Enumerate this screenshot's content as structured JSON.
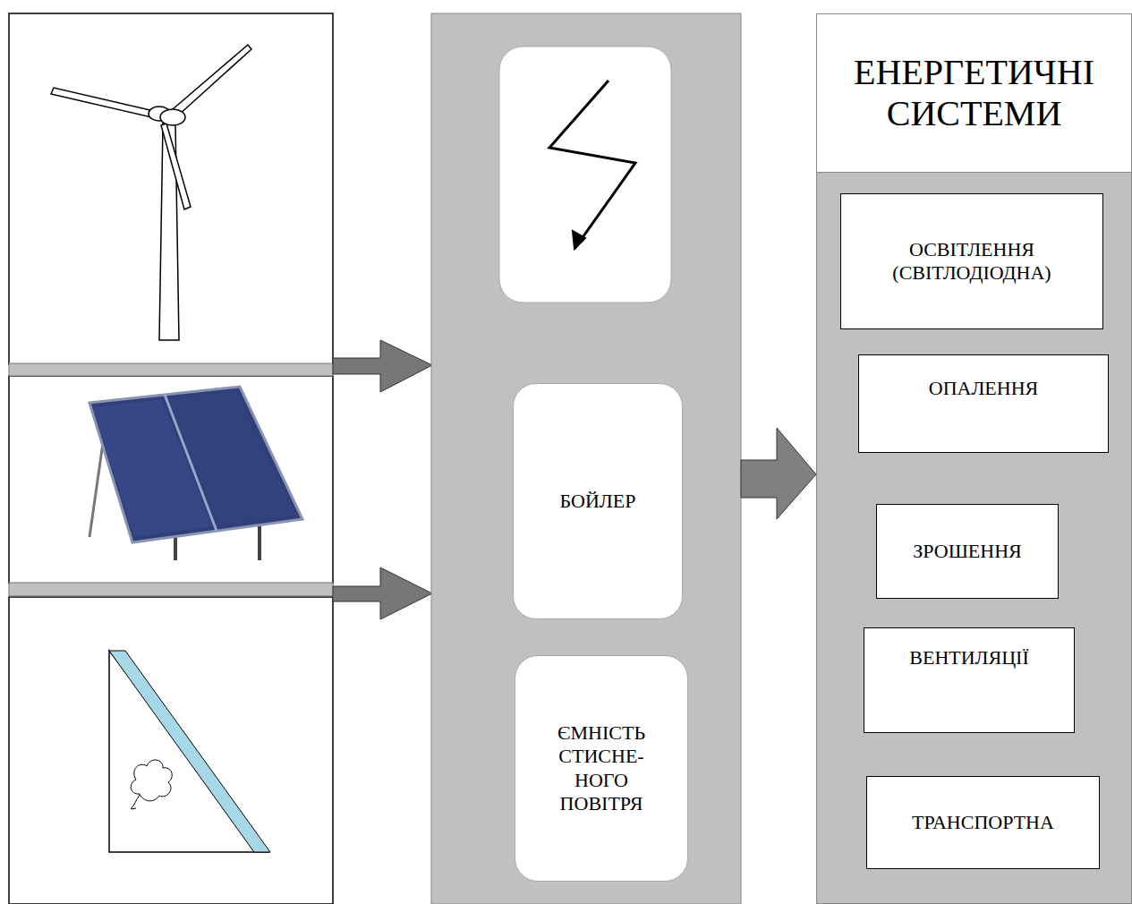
{
  "diagram": {
    "nodes": [
      {
        "text": [
          "БОЙЛЕР"
        ]
      },
      {
        "text": [
          "ЄМНІСТЬ СТИСНЕ- НОГО ПОВІТРЯ"
        ]
      },
      {
        "text": [
          "ЕНЕРГЕТИЧНІ СИСТЕМИ"
        ]
      },
      {
        "text": [
          "ОСВІТЛЕННЯ (СВІТЛОДІОДНА)"
        ],
        "in": 2
      },
      {
        "text": [
          "ОПАЛЕННЯ"
        ],
        "in": 2
      },
      {
        "text": [
          "ЗРОШЕННЯ"
        ],
        "in": 2
      },
      {
        "text": [
          "ВЕНТИЛЯЦІЇ"
        ],
        "in": 2
      },
      {
        "text": [
          "ТРАНСПОРТНА"
        ],
        "in": 2
      }
    ]
  }
}
